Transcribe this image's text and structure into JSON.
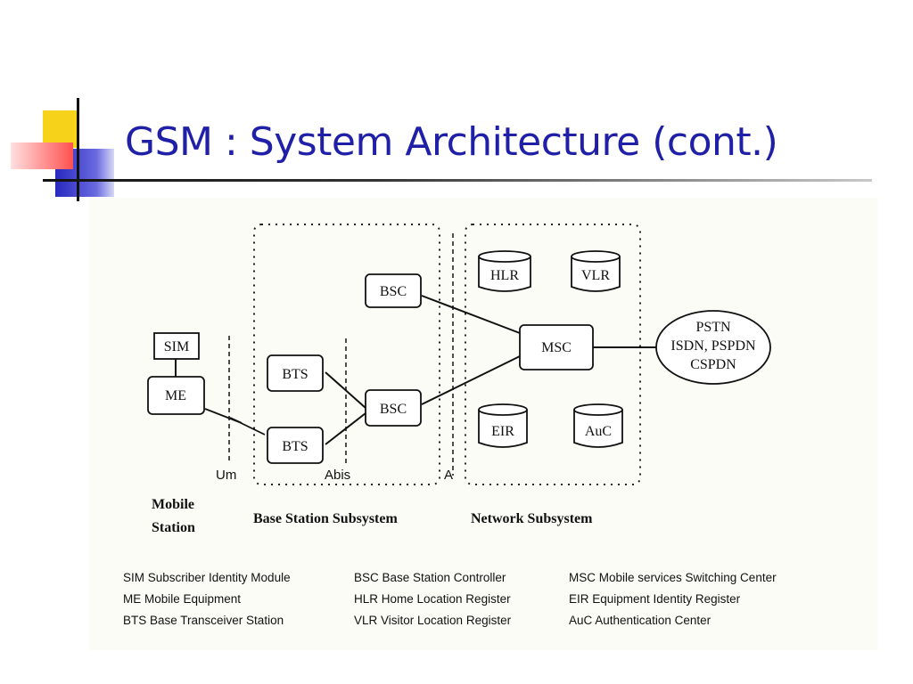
{
  "slide": {
    "title": "GSM : System Architecture (cont.)",
    "colors": {
      "title": "#1f1fa8",
      "accent_yellow": "#f7d21a",
      "accent_blue": "#3030c8",
      "accent_red": "#ff4b4b"
    }
  },
  "diagram": {
    "nodes": {
      "sim": "SIM",
      "me": "ME",
      "bts1": "BTS",
      "bts2": "BTS",
      "bsc1": "BSC",
      "bsc2": "BSC",
      "msc": "MSC",
      "hlr": "HLR",
      "vlr": "VLR",
      "eir": "EIR",
      "auc": "AuC"
    },
    "networks": {
      "line1": "PSTN",
      "line2": "ISDN, PSPDN",
      "line3": "CSPDN"
    },
    "interfaces": {
      "um": "Um",
      "abis": "Abis",
      "a": "A"
    },
    "subsystems": {
      "mobile_line1": "Mobile",
      "mobile_line2": "Station",
      "bss": "Base Station Subsystem",
      "nss": "Network Subsystem"
    },
    "legend": [
      [
        "SIM  Subscriber Identity Module",
        "BSC  Base Station Controller",
        "MSC  Mobile services Switching Center"
      ],
      [
        "ME  Mobile Equipment",
        "HLR  Home Location Register",
        "EIR  Equipment Identity Register"
      ],
      [
        "BTS  Base Transceiver Station",
        "VLR  Visitor Location Register",
        "AuC  Authentication Center"
      ]
    ]
  }
}
